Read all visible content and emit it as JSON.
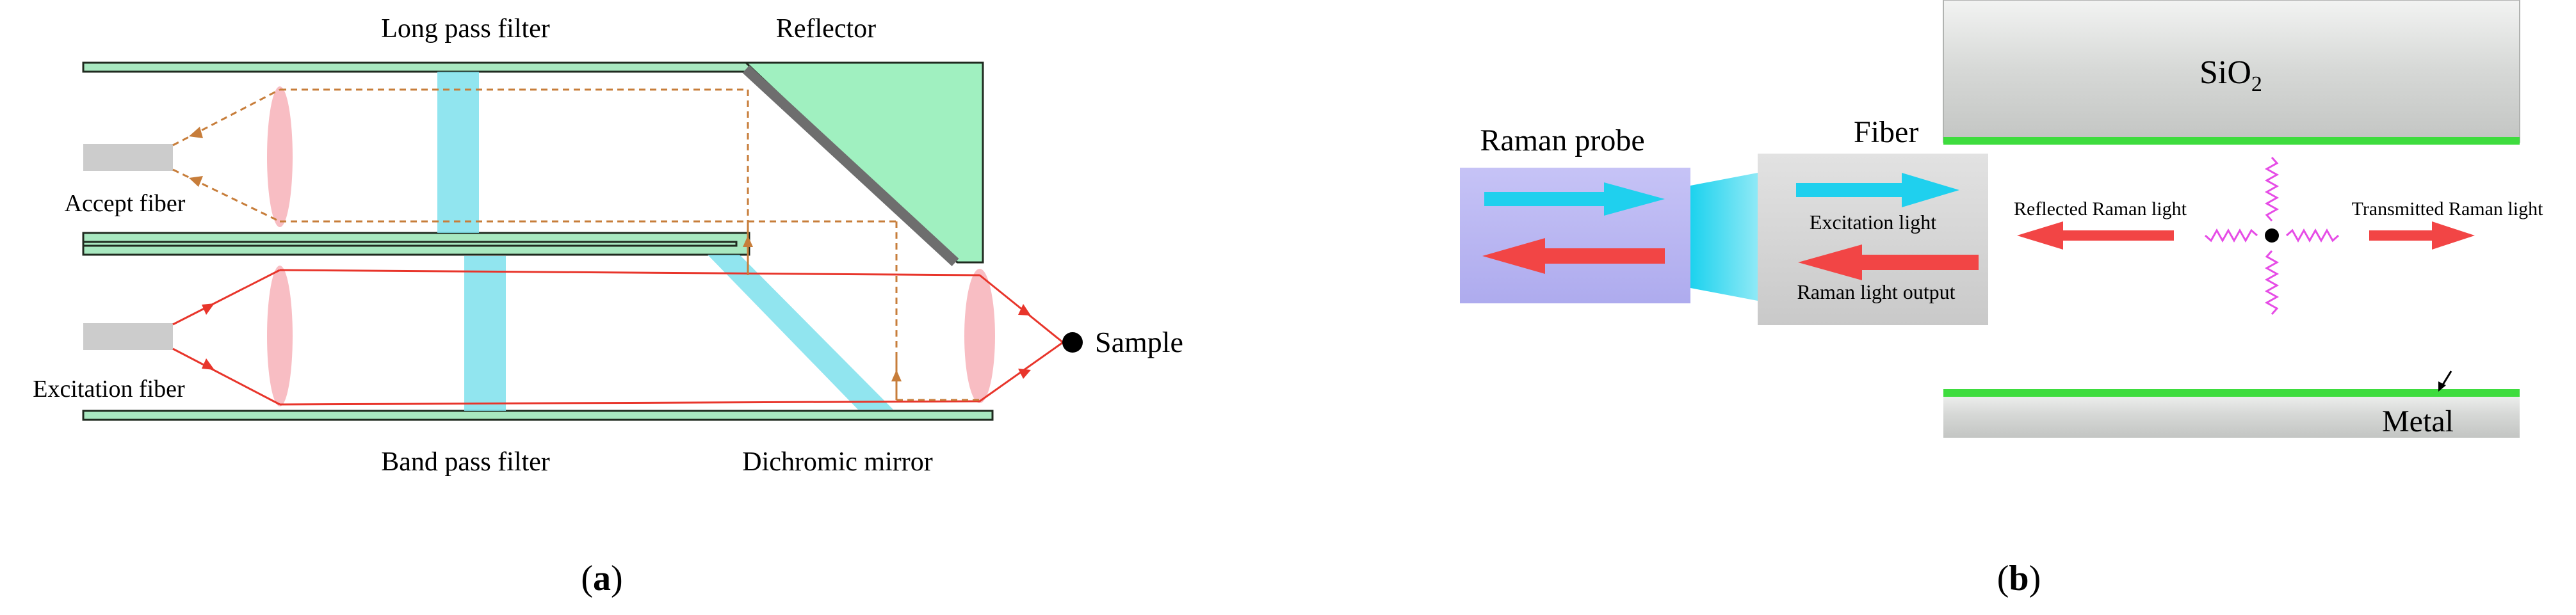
{
  "panel_a": {
    "caption": "(a)",
    "caption_letter": "a",
    "labels": {
      "long_pass_filter": "Long pass filter",
      "reflector": "Reflector",
      "accept_fiber": "Accept fiber",
      "excitation_fiber": "Excitation fiber",
      "sample": "Sample",
      "band_pass_filter": "Band pass filter",
      "dichromic_mirror": "Dichromic mirror"
    }
  },
  "panel_b": {
    "caption": "(b)",
    "caption_letter": "b",
    "labels": {
      "sio2": "SiO",
      "sio2_subscript": "2",
      "raman_probe": "Raman probe",
      "fiber": "Fiber",
      "excitation_light": "Excitation light",
      "raman_light_output": "Raman light output",
      "reflected_raman_light": "Reflected Raman light",
      "transmitted_raman_light": "Transmitted Raman light",
      "metal": "Metal"
    }
  },
  "colors": {
    "tube_fill": "#a8e8c0",
    "tube_stroke": "#1f2a1f",
    "reflector_fill": "#a0f0c0",
    "lens_fill": "#f7b6bd",
    "filter_fill": "#7ee0ec",
    "excitation_path": "#e8352b",
    "collection_path": "#c77d3a",
    "probe_fill": "#b9b7f2",
    "fiber_fill": "#d2d2d2",
    "arrow_cyan": "#1fd0ee",
    "arrow_red": "#f24545",
    "slab_fill": "#d6d8d6",
    "green_line": "#3edc3e",
    "wave": "#e64ce6"
  }
}
